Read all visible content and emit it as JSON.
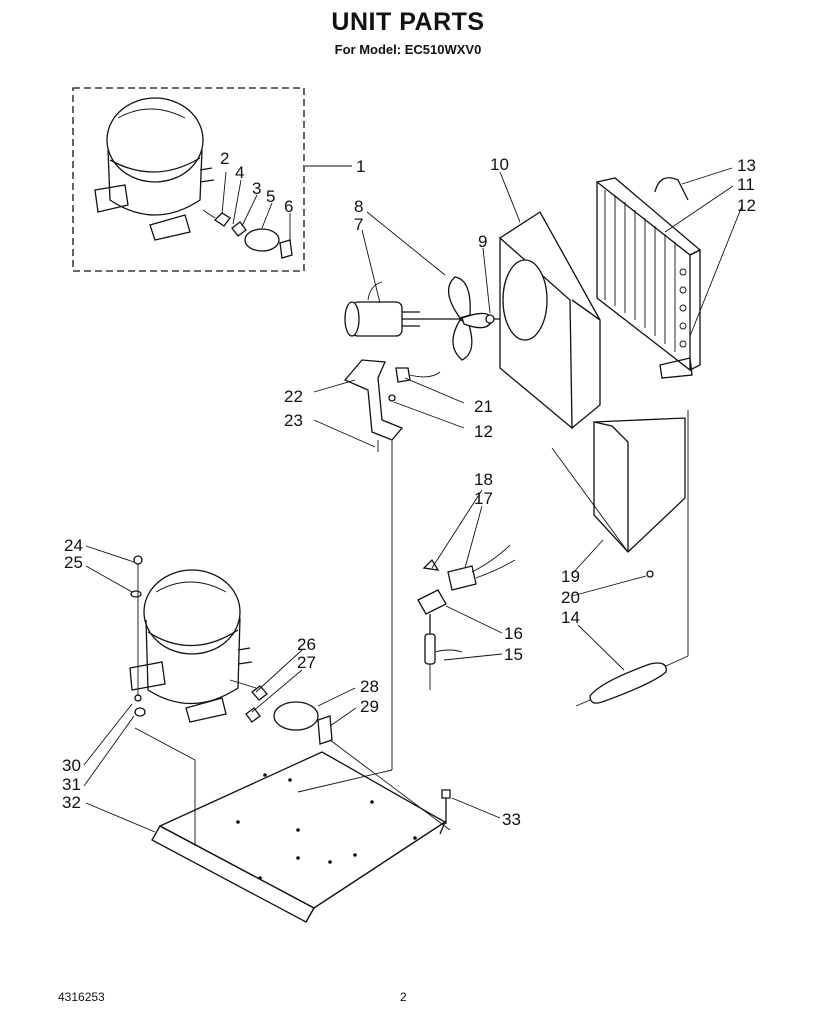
{
  "header": {
    "title": "UNIT PARTS",
    "subtitle": "For Model: EC510WXV0"
  },
  "callouts": [
    "1",
    "2",
    "3",
    "4",
    "5",
    "6",
    "7",
    "8",
    "9",
    "10",
    "11",
    "12",
    "13",
    "12",
    "21",
    "22",
    "23",
    "12",
    "18",
    "17",
    "16",
    "15",
    "19",
    "20",
    "14",
    "24",
    "25",
    "26",
    "27",
    "28",
    "29",
    "30",
    "31",
    "32",
    "33"
  ],
  "footer": {
    "document_number": "4316253",
    "page_number": "2"
  }
}
